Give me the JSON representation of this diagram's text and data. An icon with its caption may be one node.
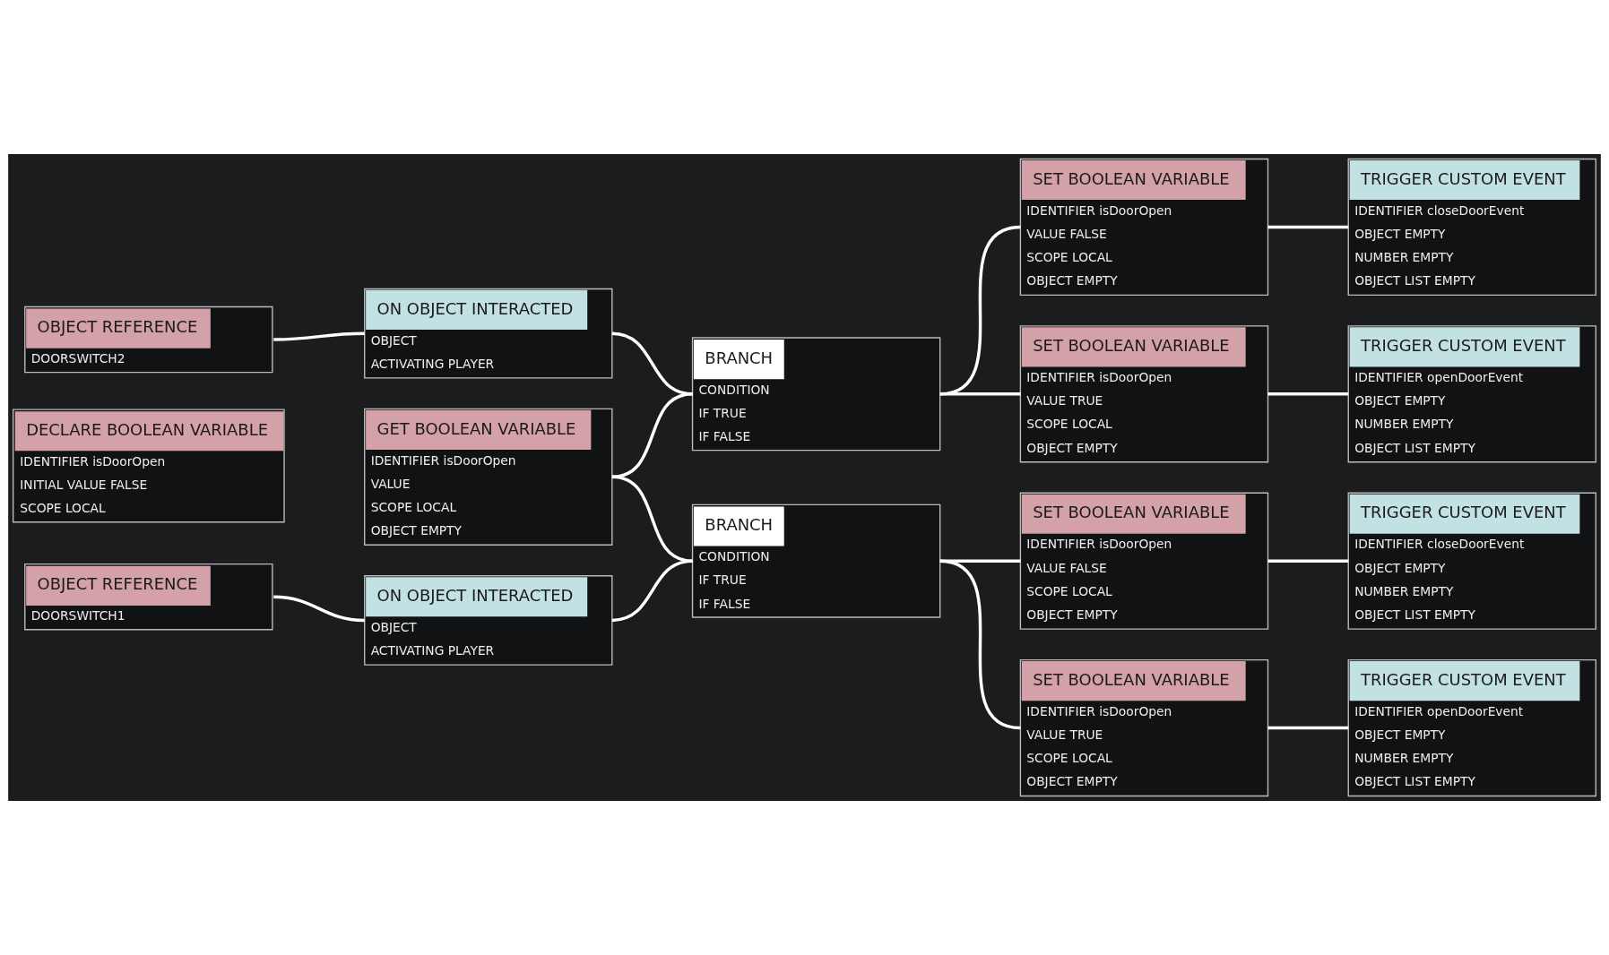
{
  "diagram": {
    "nodes": [
      {
        "text": [
          "OBJECT REFERENCE",
          "DOORSWITCH2"
        ]
      },
      {
        "text": [
          "DECLARE BOOLEAN VARIABLE",
          "IDENTIFIER isDoorOpen",
          "INITIAL VALUE FALSE",
          "SCOPE LOCAL"
        ]
      },
      {
        "text": [
          "OBJECT REFERENCE",
          "DOORSWITCH1"
        ]
      },
      {
        "text": [
          "ON OBJECT INTERACTED",
          "OBJECT",
          "ACTIVATING PLAYER"
        ]
      },
      {
        "text": [
          "GET BOOLEAN VARIABLE",
          "IDENTIFIER isDoorOpen",
          "VALUE",
          "SCOPE LOCAL",
          "OBJECT EMPTY"
        ]
      },
      {
        "text": [
          "ON OBJECT INTERACTED",
          "OBJECT",
          "ACTIVATING PLAYER"
        ]
      },
      {
        "text": [
          "BRANCH",
          "CONDITION",
          "IF TRUE",
          "IF FALSE"
        ]
      },
      {
        "text": [
          "BRANCH",
          "CONDITION",
          "IF TRUE",
          "IF FALSE"
        ]
      },
      {
        "text": [
          "SET BOOLEAN VARIABLE",
          "IDENTIFIER isDoorOpen",
          "VALUE FALSE",
          "SCOPE LOCAL",
          "OBJECT EMPTY"
        ]
      },
      {
        "text": [
          "SET BOOLEAN VARIABLE",
          "IDENTIFIER isDoorOpen",
          "VALUE TRUE",
          "SCOPE LOCAL",
          "OBJECT EMPTY"
        ]
      },
      {
        "text": [
          "SET BOOLEAN VARIABLE",
          "IDENTIFIER isDoorOpen",
          "VALUE FALSE",
          "SCOPE LOCAL",
          "OBJECT EMPTY"
        ]
      },
      {
        "text": [
          "SET BOOLEAN VARIABLE",
          "IDENTIFIER isDoorOpen",
          "VALUE TRUE",
          "SCOPE LOCAL",
          "OBJECT EMPTY"
        ]
      },
      {
        "text": [
          "TRIGGER CUSTOM EVENT",
          "IDENTIFIER closeDoorEvent",
          "OBJECT EMPTY",
          "NUMBER EMPTY",
          "OBJECT LIST EMPTY"
        ]
      },
      {
        "text": [
          "TRIGGER CUSTOM EVENT",
          "IDENTIFIER openDoorEvent",
          "OBJECT EMPTY",
          "NUMBER EMPTY",
          "OBJECT LIST EMPTY"
        ]
      },
      {
        "text": [
          "TRIGGER CUSTOM EVENT",
          "IDENTIFIER closeDoorEvent",
          "OBJECT EMPTY",
          "NUMBER EMPTY",
          "OBJECT LIST EMPTY"
        ]
      },
      {
        "text": [
          "TRIGGER CUSTOM EVENT",
          "IDENTIFIER openDoorEvent",
          "OBJECT EMPTY",
          "NUMBER EMPTY",
          "OBJECT LIST EMPTY"
        ]
      }
    ],
    "edges": [
      {
        "from": 0,
        "to": 3,
        "arrow": "none"
      },
      {
        "from": 3,
        "to": 6,
        "arrow": "none"
      },
      {
        "from": 4,
        "to": 6,
        "arrow": "none"
      },
      {
        "from": 4,
        "to": 7,
        "arrow": "none"
      },
      {
        "from": 2,
        "to": 5,
        "arrow": "none"
      },
      {
        "from": 5,
        "to": 7,
        "arrow": "none"
      },
      {
        "from": 6,
        "to": 8,
        "arrow": "none"
      },
      {
        "from": 6,
        "to": 9,
        "arrow": "none"
      },
      {
        "from": 7,
        "to": 10,
        "arrow": "none"
      },
      {
        "from": 7,
        "to": 11,
        "arrow": "none"
      },
      {
        "from": 8,
        "to": 12,
        "arrow": "none"
      },
      {
        "from": 9,
        "to": 13,
        "arrow": "none"
      },
      {
        "from": 10,
        "to": 14,
        "arrow": "none"
      },
      {
        "from": 11,
        "to": 15,
        "arrow": "none"
      }
    ]
  }
}
